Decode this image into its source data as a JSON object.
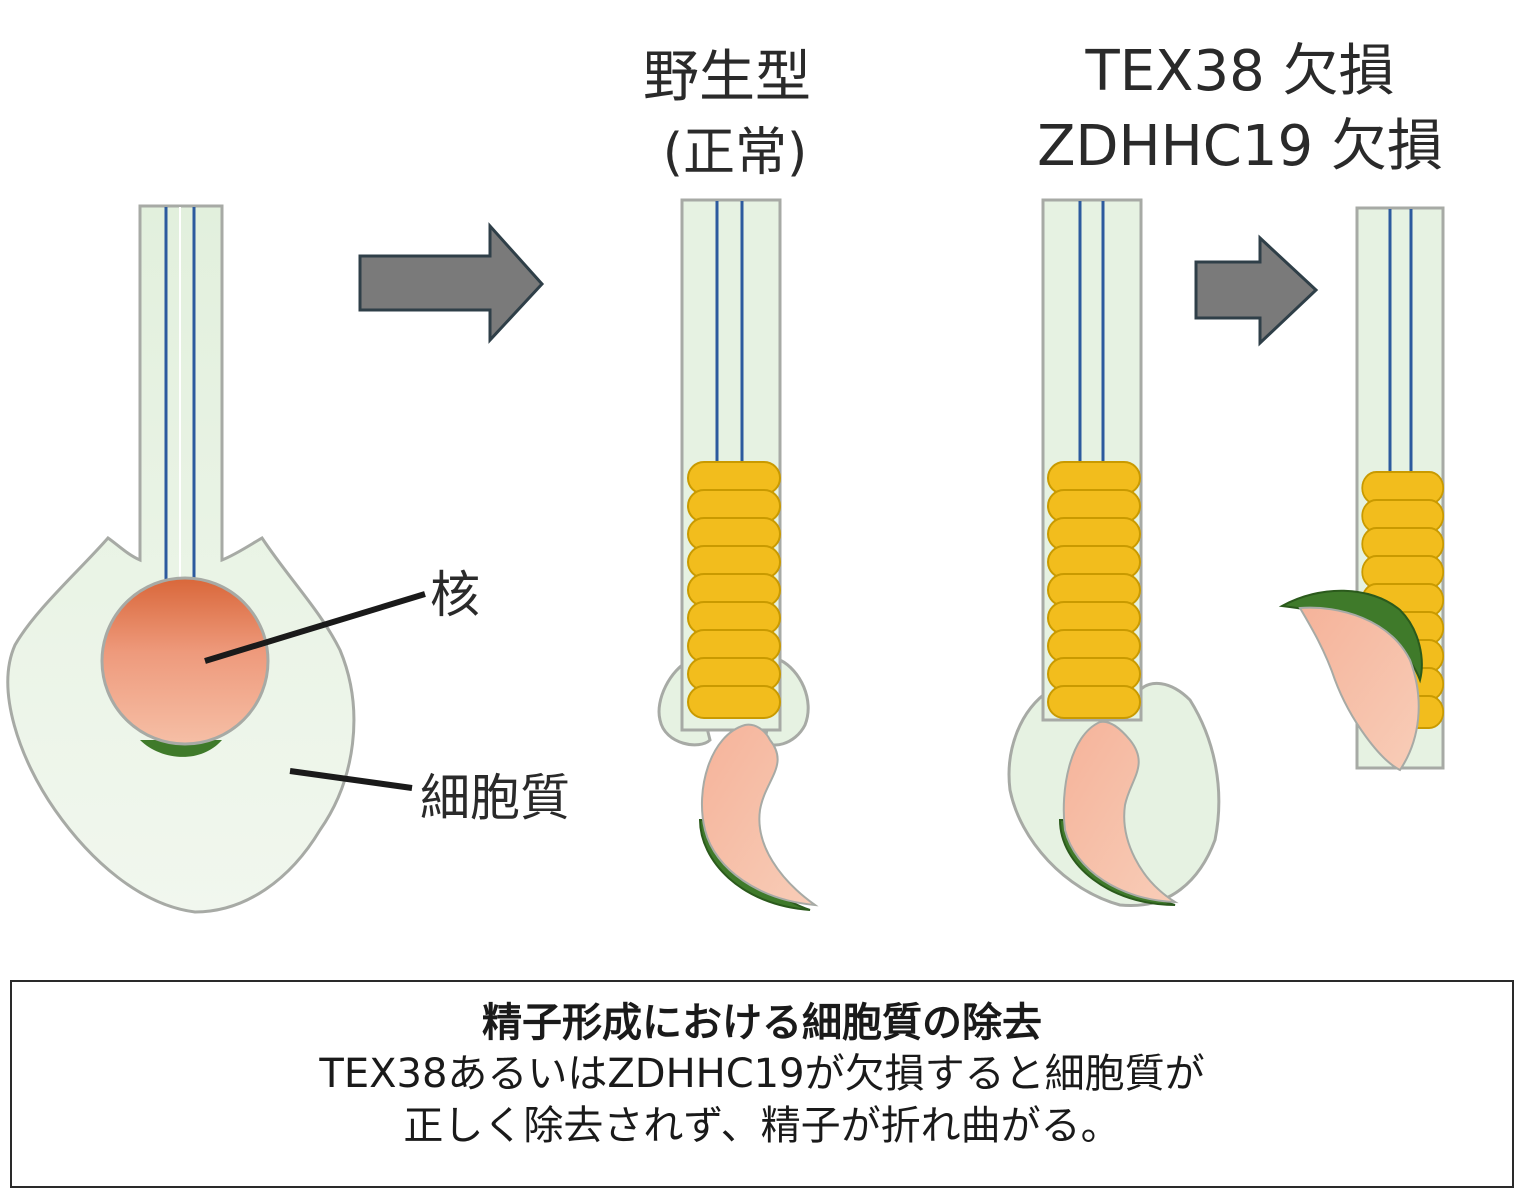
{
  "labels": {
    "wildtype": [
      "野生型",
      "(正常)"
    ],
    "knockout": [
      "TEX38 欠損",
      "ZDHHC19 欠損"
    ],
    "nucleus": "核",
    "cytoplasm": "細胞質"
  },
  "caption": {
    "title": "精子形成における細胞質の除去",
    "line1": "TEX38あるいはZDHHC19が欠損すると細胞質が",
    "line2": "正しく除去されず、精子が折れ曲がる。"
  },
  "colors": {
    "cell_fill": "#e6f2e2",
    "cell_stroke": "#a7aaa5",
    "axoneme": "#2c5a9e",
    "mitochondria": "#f2bd1d",
    "mitochondria_stroke": "#c99a00",
    "nucleus": "#ee9d80",
    "acrosome": "#3f7a2a",
    "arrow": "#7a7a7a",
    "arrow_stroke": "#2f3f48"
  }
}
